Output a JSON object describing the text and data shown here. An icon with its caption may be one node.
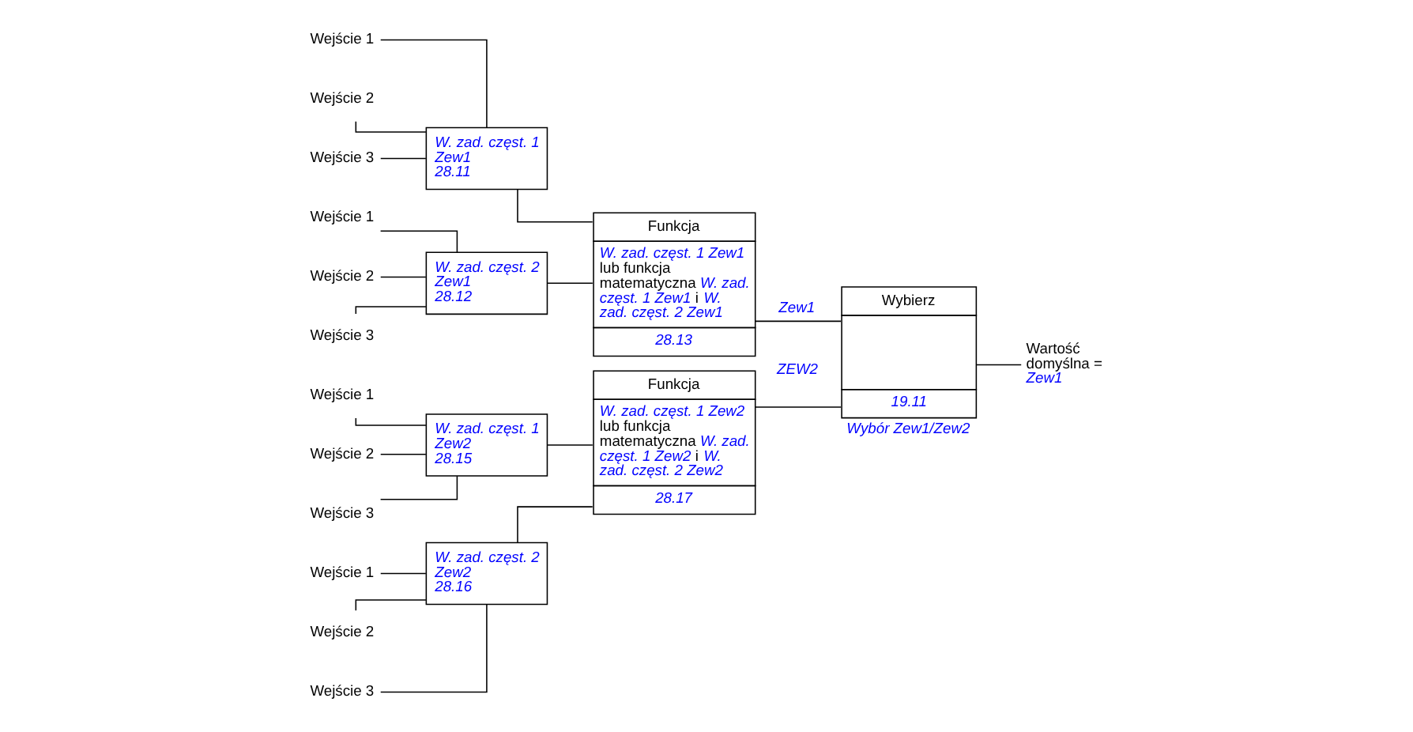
{
  "diagram": {
    "nodes": [
      {
        "text": [
          "Wejście 1"
        ]
      },
      {
        "text": [
          "Wejście 2"
        ]
      },
      {
        "text": [
          "Wejście 3"
        ]
      },
      {
        "text": [
          "W. zad. częst. 1",
          "Zew1",
          "28.11"
        ]
      },
      {
        "text": [
          "Wejście 1"
        ]
      },
      {
        "text": [
          "Wejście 2"
        ]
      },
      {
        "text": [
          "Wejście 3"
        ]
      },
      {
        "text": [
          "W. zad. częst. 2",
          "Zew1",
          "28.12"
        ]
      },
      {
        "text": [
          "Funkcja",
          "*W. zad. częst. 1 Zew1* lub funkcja matematyczna *W. zad. częst. 1 Zew1* i *W. zad. częst. 2 Zew1*",
          "28.13"
        ]
      },
      {
        "text": [
          "Wybierz",
          "19.11"
        ],
        "beside": [
          "Wybór Zew1/Zew2"
        ]
      },
      {
        "text": [
          "Wartość domyślna = *Zew1*"
        ]
      },
      {
        "text": [
          "Wejście 1"
        ]
      },
      {
        "text": [
          "Wejście 2"
        ]
      },
      {
        "text": [
          "Wejście 3"
        ]
      },
      {
        "text": [
          "W. zad. częst. 1",
          "Zew2",
          "28.15"
        ]
      },
      {
        "text": [
          "Wejście 1"
        ]
      },
      {
        "text": [
          "Wejście 2"
        ]
      },
      {
        "text": [
          "Wejście 3"
        ]
      },
      {
        "text": [
          "W. zad. częst. 2",
          "Zew2",
          "28.16"
        ]
      },
      {
        "text": [
          "Funkcja",
          "*W. zad. częst. 1 Zew2* lub funkcja matematyczna *W. zad. częst. 1 Zew2* i *W. zad. częst. 2 Zew2*",
          "28.17"
        ]
      }
    ],
    "edges": [
      {
        "from": 0,
        "to": 3,
        "arrow": "none"
      },
      {
        "from": 1,
        "to": 3,
        "arrow": "none"
      },
      {
        "from": 2,
        "to": 3,
        "arrow": "none"
      },
      {
        "from": 4,
        "to": 7,
        "arrow": "none"
      },
      {
        "from": 5,
        "to": 7,
        "arrow": "none"
      },
      {
        "from": 6,
        "to": 7,
        "arrow": "none"
      },
      {
        "from": 3,
        "to": 8,
        "arrow": "none"
      },
      {
        "from": 7,
        "to": 8,
        "arrow": "none"
      },
      {
        "from": 8,
        "to": 9,
        "arrow": "none",
        "label": "Zew1"
      },
      {
        "from": 9,
        "to": 10,
        "arrow": "none"
      },
      {
        "from": 11,
        "to": 14,
        "arrow": "none"
      },
      {
        "from": 12,
        "to": 14,
        "arrow": "none"
      },
      {
        "from": 13,
        "to": 14,
        "arrow": "none"
      },
      {
        "from": 15,
        "to": 18,
        "arrow": "none"
      },
      {
        "from": 16,
        "to": 18,
        "arrow": "none"
      },
      {
        "from": 17,
        "to": 18,
        "arrow": "none"
      },
      {
        "from": 14,
        "to": 19,
        "arrow": "none"
      },
      {
        "from": 18,
        "to": 19,
        "arrow": "none"
      },
      {
        "from": 19,
        "to": 9,
        "arrow": "none",
        "label": "ZEW2"
      }
    ]
  }
}
